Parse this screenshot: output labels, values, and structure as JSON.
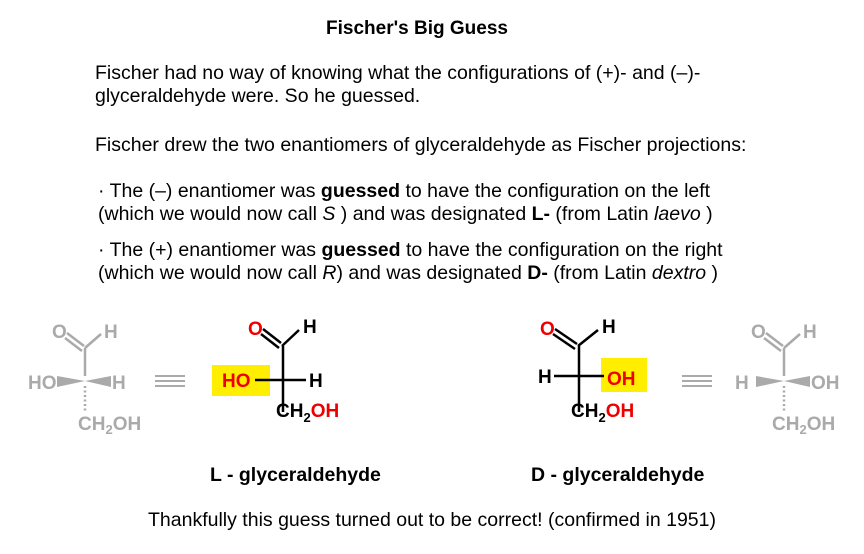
{
  "title": "Fischer's Big Guess",
  "intro": {
    "line1": "Fischer had no way of knowing what the configurations of (+)- and (–)-",
    "line2": "glyceraldehyde were. So he guessed."
  },
  "projection_sentence": "Fischer drew the two enantiomers of glyceraldehyde as Fischer projections:",
  "bullet_l": {
    "marker": "·",
    "pre": " The (–) enantiomer was ",
    "bold": "guessed",
    "post": " to have the configuration on the left",
    "l2_pre": "(which we would now call ",
    "l2_config": "S",
    "l2_mid": " ) and was designated ",
    "l2_designation": "L-",
    "l2_latin_pre": " (from Latin ",
    "l2_latin": "laevo",
    "l2_end": " )"
  },
  "bullet_d": {
    "marker": "·",
    "pre": " The (+) enantiomer was ",
    "bold": "guessed",
    "post": " to have the configuration on the right",
    "l2_pre": "(which we would now call ",
    "l2_config": "R",
    "l2_mid": ") and was designated ",
    "l2_designation": "D-",
    "l2_latin_pre": " (from Latin ",
    "l2_latin": "dextro",
    "l2_end": " )"
  },
  "molecule_text": {
    "O": "O",
    "H": "H",
    "HO": "HO",
    "OH": "OH",
    "CH": "CH",
    "sub2": "2",
    "CH2OH": "CH2OH"
  },
  "labels": {
    "l_glyceraldehyde": "L - glyceraldehyde",
    "d_glyceraldehyde": "D - glyceraldehyde"
  },
  "footer": "Thankfully this guess turned out to be correct! (confirmed in 1951)",
  "colors": {
    "text": "#000000",
    "oxygen_red": "#ee0000",
    "highlight_yellow": "#ffee00",
    "wedge_gray": "#aaaaaa"
  }
}
